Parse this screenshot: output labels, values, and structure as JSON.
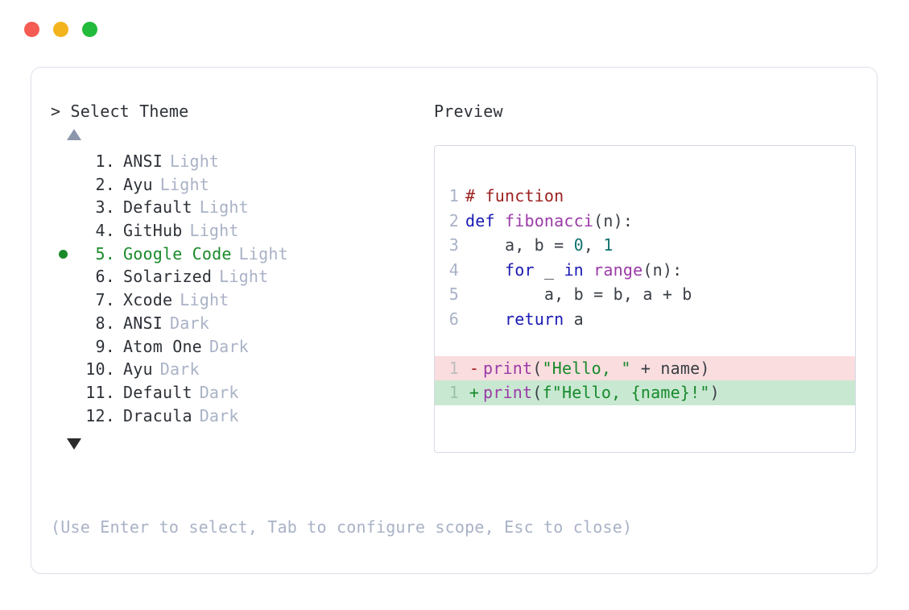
{
  "window": {
    "controls": [
      {
        "name": "close",
        "color": "#F45B52"
      },
      {
        "name": "minimize",
        "color": "#F2B31C"
      },
      {
        "name": "maximize",
        "color": "#22BB3B"
      }
    ]
  },
  "picker": {
    "prompt": "> Select Theme",
    "scroll_up_indicator": "▲",
    "scroll_down_indicator": "▼",
    "selected_index": 5,
    "items": [
      {
        "index": "1.",
        "name": "ANSI",
        "variant": "Light",
        "selected": false
      },
      {
        "index": "2.",
        "name": "Ayu",
        "variant": "Light",
        "selected": false
      },
      {
        "index": "3.",
        "name": "Default",
        "variant": "Light",
        "selected": false
      },
      {
        "index": "4.",
        "name": "GitHub",
        "variant": "Light",
        "selected": false
      },
      {
        "index": "5.",
        "name": "Google Code",
        "variant": "Light",
        "selected": true
      },
      {
        "index": "6.",
        "name": "Solarized",
        "variant": "Light",
        "selected": false
      },
      {
        "index": "7.",
        "name": "Xcode",
        "variant": "Light",
        "selected": false
      },
      {
        "index": "8.",
        "name": "ANSI",
        "variant": "Dark",
        "selected": false
      },
      {
        "index": "9.",
        "name": "Atom One",
        "variant": "Dark",
        "selected": false
      },
      {
        "index": "10.",
        "name": "Ayu",
        "variant": "Dark",
        "selected": false
      },
      {
        "index": "11.",
        "name": "Default",
        "variant": "Dark",
        "selected": false
      },
      {
        "index": "12.",
        "name": "Dracula",
        "variant": "Dark",
        "selected": false
      }
    ],
    "hint": "(Use Enter to select, Tab to configure scope, Esc to close)"
  },
  "preview": {
    "label": "Preview",
    "code_lines": [
      {
        "num": "1",
        "tokens": [
          {
            "t": "# function",
            "c": "t-comment"
          }
        ]
      },
      {
        "num": "2",
        "tokens": [
          {
            "t": "def ",
            "c": "t-kw"
          },
          {
            "t": "fibonacci",
            "c": "t-fn"
          },
          {
            "t": "(n):",
            "c": "t-punct"
          }
        ]
      },
      {
        "num": "3",
        "tokens": [
          {
            "t": "    a, b = ",
            "c": "t-plain"
          },
          {
            "t": "0",
            "c": "t-num"
          },
          {
            "t": ", ",
            "c": "t-plain"
          },
          {
            "t": "1",
            "c": "t-num"
          }
        ]
      },
      {
        "num": "4",
        "tokens": [
          {
            "t": "    ",
            "c": "t-plain"
          },
          {
            "t": "for",
            "c": "t-kw"
          },
          {
            "t": " _ ",
            "c": "t-plain"
          },
          {
            "t": "in",
            "c": "t-kw"
          },
          {
            "t": " ",
            "c": "t-plain"
          },
          {
            "t": "range",
            "c": "t-fn"
          },
          {
            "t": "(n):",
            "c": "t-punct"
          }
        ]
      },
      {
        "num": "5",
        "tokens": [
          {
            "t": "        a, b = b, a + b",
            "c": "t-plain"
          }
        ]
      },
      {
        "num": "6",
        "tokens": [
          {
            "t": "    ",
            "c": "t-plain"
          },
          {
            "t": "return",
            "c": "t-kw"
          },
          {
            "t": " a",
            "c": "t-plain"
          }
        ]
      }
    ],
    "diff_lines": [
      {
        "num": "1",
        "sign": "-",
        "kind": "minus",
        "tokens": [
          {
            "t": "print",
            "c": "t-fn"
          },
          {
            "t": "(",
            "c": "t-punct"
          },
          {
            "t": "\"Hello, \"",
            "c": "t-str"
          },
          {
            "t": " + name)",
            "c": "t-plain"
          }
        ]
      },
      {
        "num": "1",
        "sign": "+",
        "kind": "plus",
        "tokens": [
          {
            "t": "print",
            "c": "t-fn"
          },
          {
            "t": "(",
            "c": "t-punct"
          },
          {
            "t": "f\"Hello, {name}!\"",
            "c": "t-str"
          },
          {
            "t": ")",
            "c": "t-punct"
          }
        ]
      }
    ]
  }
}
